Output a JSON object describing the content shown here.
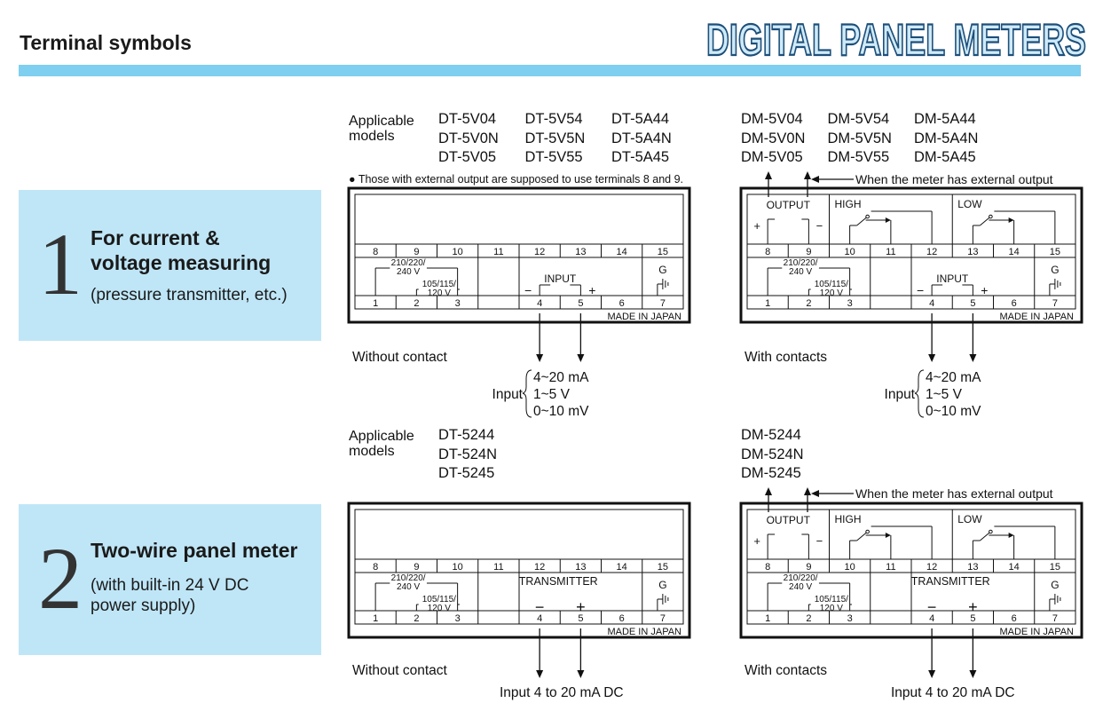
{
  "page_title": "Terminal symbols",
  "banner_title": "DIGITAL PANEL METERS",
  "sections": [
    {
      "number": "1",
      "title_lines": [
        "For current &",
        "voltage measuring"
      ],
      "subtitle_lines": [
        "(pressure transmitter, etc.)"
      ]
    },
    {
      "number": "2",
      "title_lines": [
        "Two-wire panel meter"
      ],
      "subtitle_lines": [
        "(with built-in 24 V DC",
        "power supply)"
      ]
    }
  ],
  "applicable_label_lines": [
    "Applicable",
    "models"
  ],
  "models_dt_1": [
    "DT-5V04",
    "DT-5V54",
    "DT-5A44",
    "DT-5V0N",
    "DT-5V5N",
    "DT-5A4N",
    "DT-5V05",
    "DT-5V55",
    "DT-5A45"
  ],
  "models_dm_1": [
    "DM-5V04",
    "DM-5V54",
    "DM-5A44",
    "DM-5V0N",
    "DM-5V5N",
    "DM-5A4N",
    "DM-5V05",
    "DM-5V55",
    "DM-5A45"
  ],
  "models_dt_2": [
    "DT-5244",
    "DT-524N",
    "DT-5245"
  ],
  "models_dm_2": [
    "DM-5244",
    "DM-524N",
    "DM-5245"
  ],
  "note_external_output": "Those with external output are supposed to use terminals 8 and 9.",
  "external_output_note": "When the meter has external output",
  "top_terminals": [
    "8",
    "9",
    "10",
    "11",
    "12",
    "13",
    "14",
    "15"
  ],
  "bottom_terminals": [
    "1",
    "2",
    "3",
    "",
    "4",
    "5",
    "6",
    "7"
  ],
  "supply_voltage_1": "210/220/",
  "supply_voltage_2": "240 V",
  "supply_voltage_3": "105/115/",
  "supply_voltage_4": "120 V",
  "ground_label": "G",
  "made_in": "MADE IN JAPAN",
  "input_label": "INPUT",
  "output_label": "OUTPUT",
  "high_label": "HIGH",
  "low_label": "LOW",
  "transmitter_label": "TRANSMITTER",
  "plus": "+",
  "minus": "−",
  "without_contact": "Without contact",
  "with_contacts": "With contacts",
  "input_word": "Input",
  "input_ranges": [
    "4~20 mA",
    "1~5 V",
    "0~10 mV"
  ],
  "input_4_20": "Input 4 to 20 mA DC"
}
